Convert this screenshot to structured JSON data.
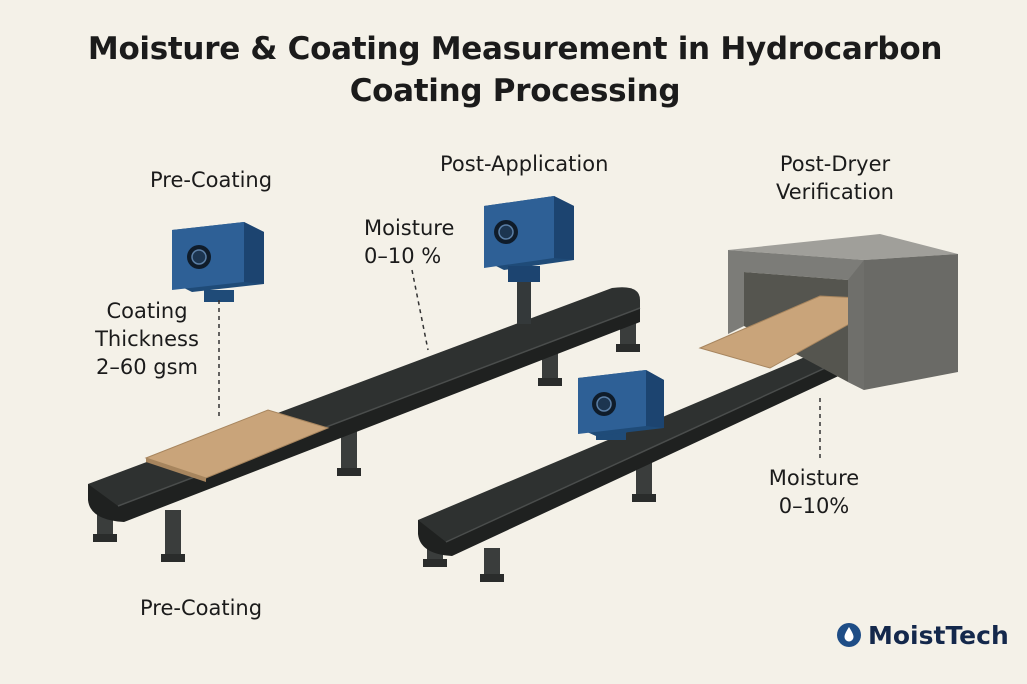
{
  "title": {
    "line1": "Moisture & Coating Measurement in Hydrocarbon",
    "line2": "Coating Processing"
  },
  "stations": {
    "pre_coating": {
      "heading": "Pre-Coating",
      "measure_line1": "Coating",
      "measure_line2": "Thickness",
      "measure_line3": "2–60 gsm"
    },
    "post_application": {
      "heading": "Post-Application",
      "measure_line1": "Moisture",
      "measure_line2": "0–10 %"
    },
    "post_dryer": {
      "heading_line1": "Post-Dryer",
      "heading_line2": "Verification",
      "measure_line1": "Moisture",
      "measure_line2": "0–10%"
    }
  },
  "bottom_label": "Pre-Coating",
  "brand": {
    "name": "MoistTech",
    "icon": "water-drop-icon"
  },
  "colors": {
    "background": "#f4f1e8",
    "sensor": "#285a8c",
    "conveyor": "#2e3130",
    "coating_sheet": "#c9a47a",
    "dryer": "#8e8e8a"
  }
}
